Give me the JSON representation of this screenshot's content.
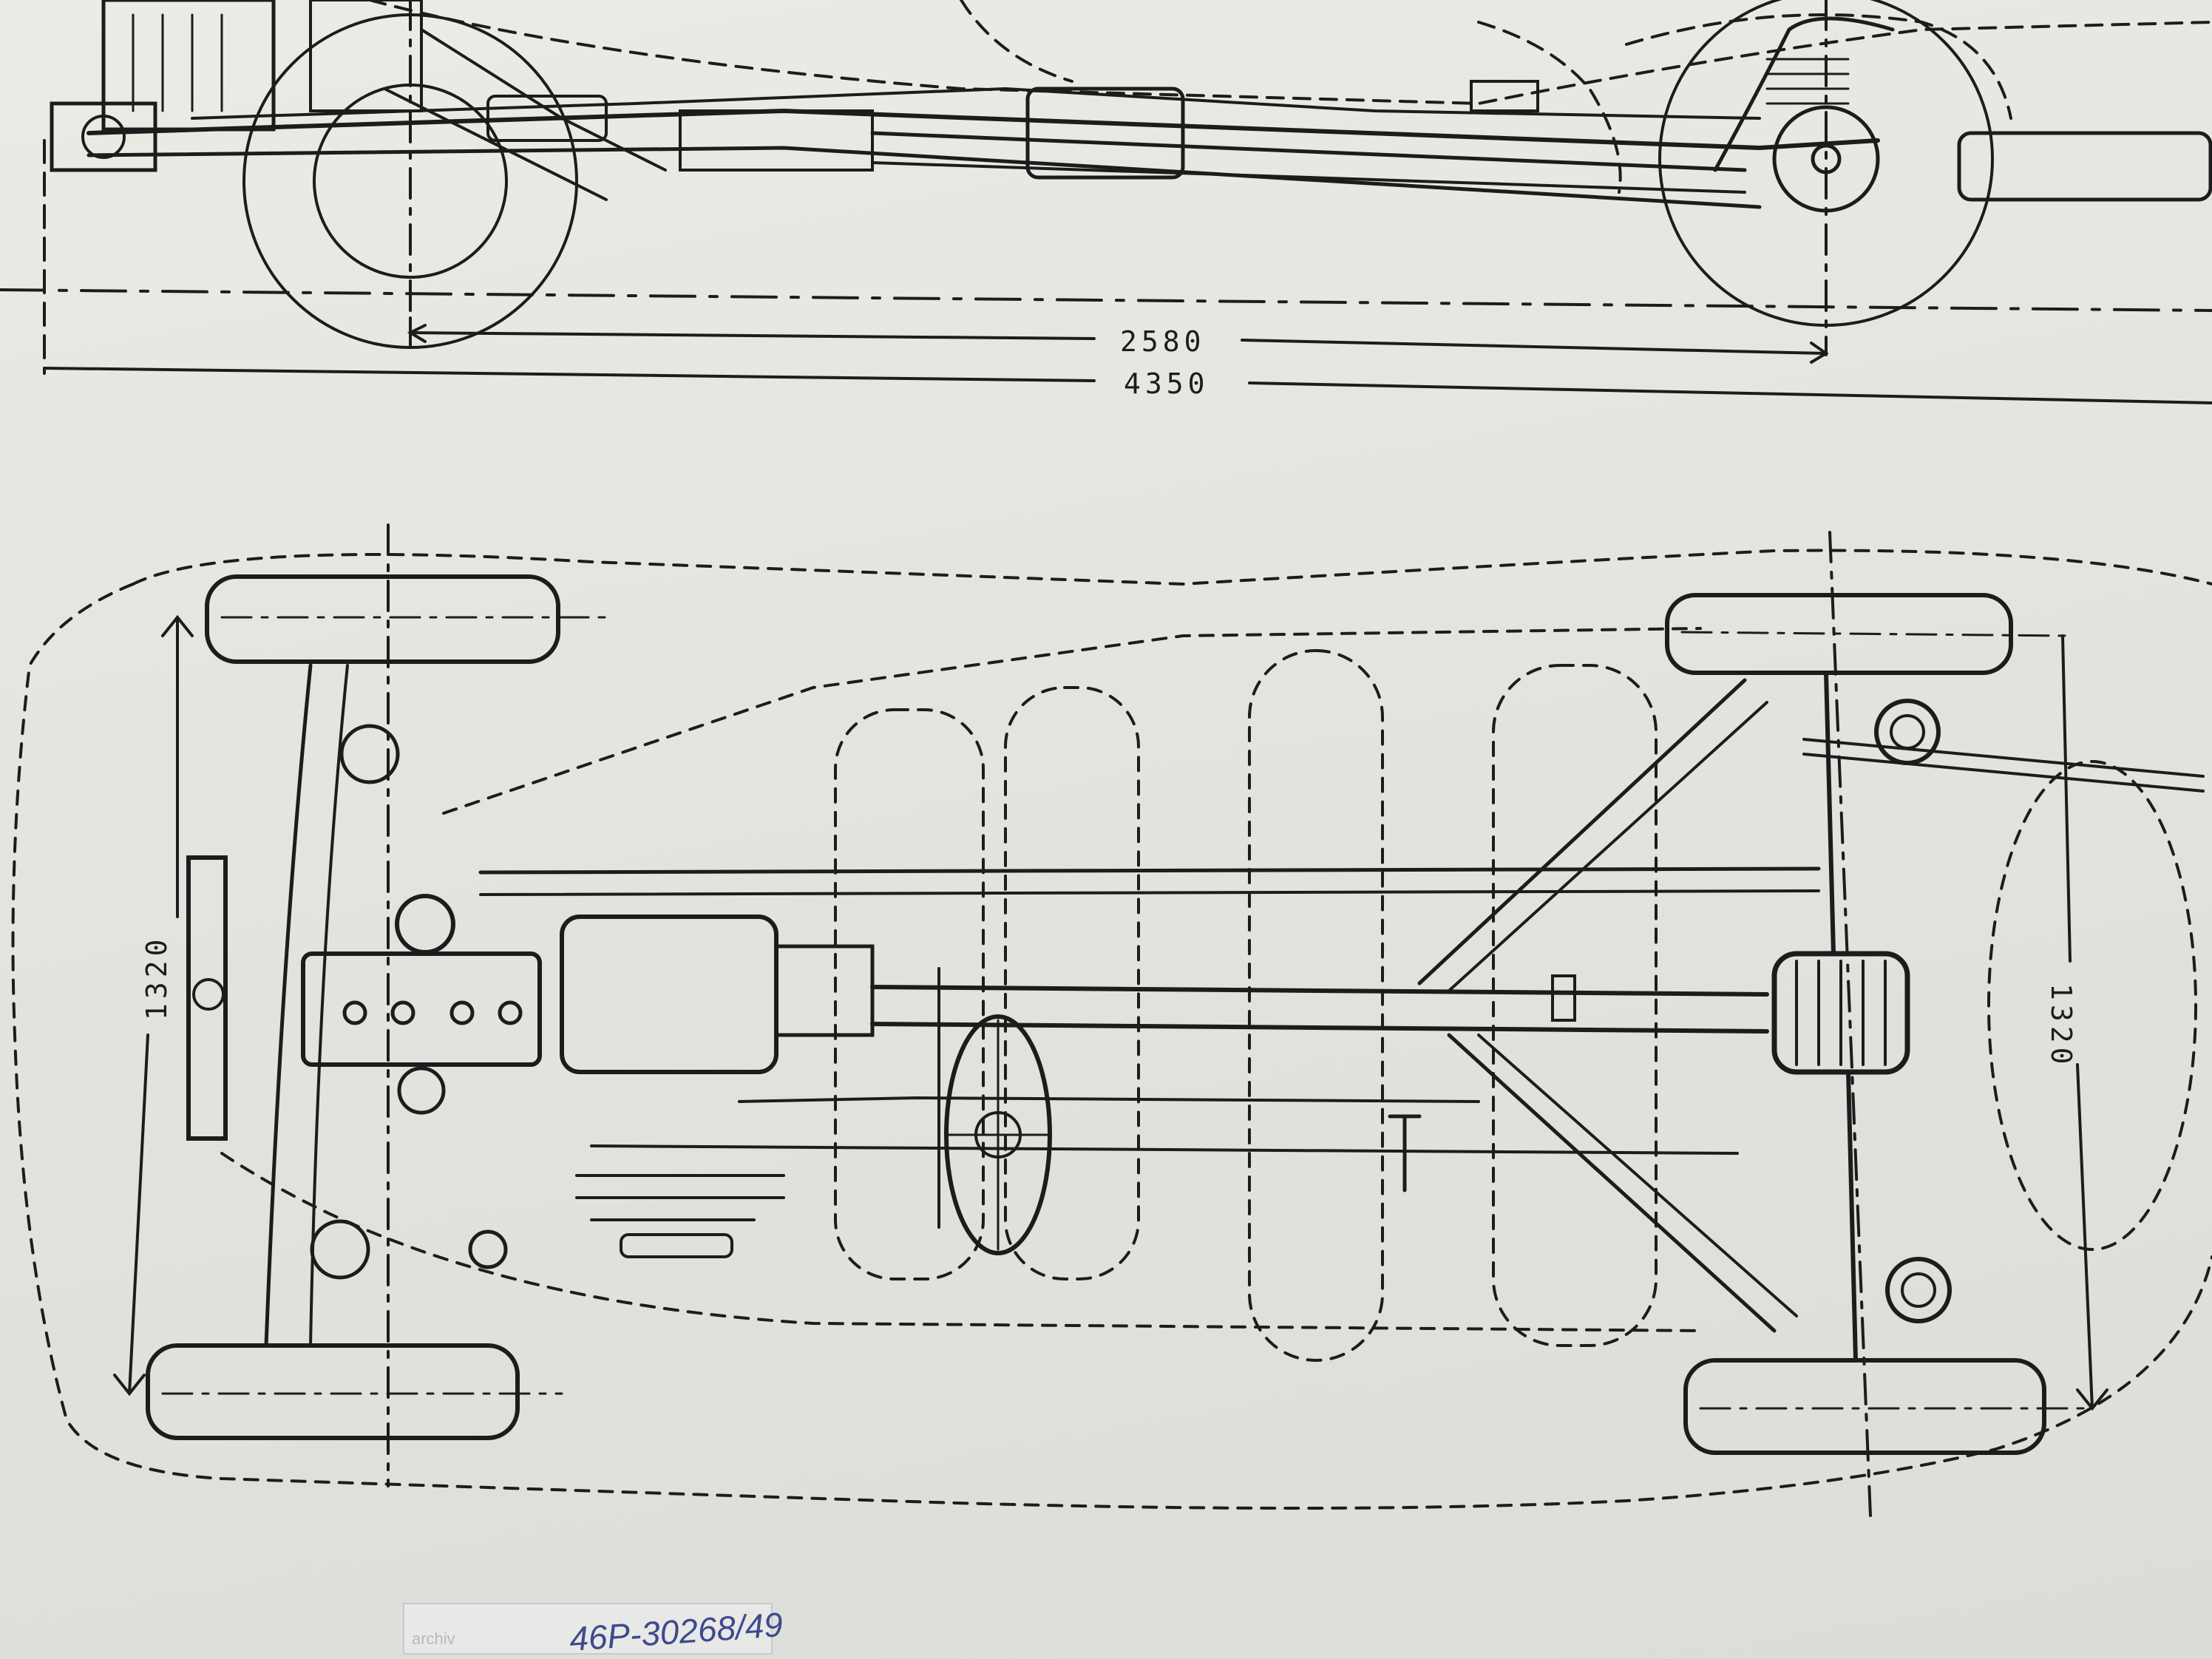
{
  "dimensions": {
    "wheelbase": "2580",
    "overall_length": "4350",
    "front_track": "1320",
    "rear_track": "1320"
  },
  "stamp": {
    "printed_text": "archiv",
    "handwritten_code": "46P-30268/49"
  },
  "colors": {
    "paper": "#e7e7e3",
    "ink": "#1c1c1c",
    "stamp_ink": "#3d4a8c"
  }
}
